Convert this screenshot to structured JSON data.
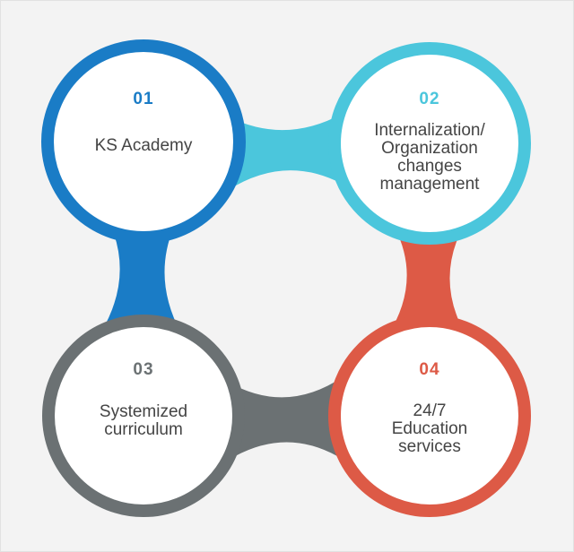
{
  "colors": {
    "blue": "#1a7cc6",
    "cyan": "#4bc6dc",
    "gray": "#6b7173",
    "red": "#dd5a46",
    "circle_fill": "#ffffff",
    "background": "#f3f3f3",
    "label_text": "#444444"
  },
  "nodes": [
    {
      "number": "01",
      "label": "KS Academy",
      "color": "blue"
    },
    {
      "number": "02",
      "label": "Internalization/\nOrganization\nchanges\nmanagement",
      "color": "cyan"
    },
    {
      "number": "03",
      "label": "Systemized\ncurriculum",
      "color": "gray"
    },
    {
      "number": "04",
      "label": "24/7\nEducation\nservices",
      "color": "red"
    }
  ],
  "connectors": [
    {
      "from": "01",
      "to": "02",
      "color": "cyan"
    },
    {
      "from": "01",
      "to": "03",
      "color": "blue"
    },
    {
      "from": "02",
      "to": "04",
      "color": "red"
    },
    {
      "from": "03",
      "to": "04",
      "color": "gray"
    }
  ]
}
